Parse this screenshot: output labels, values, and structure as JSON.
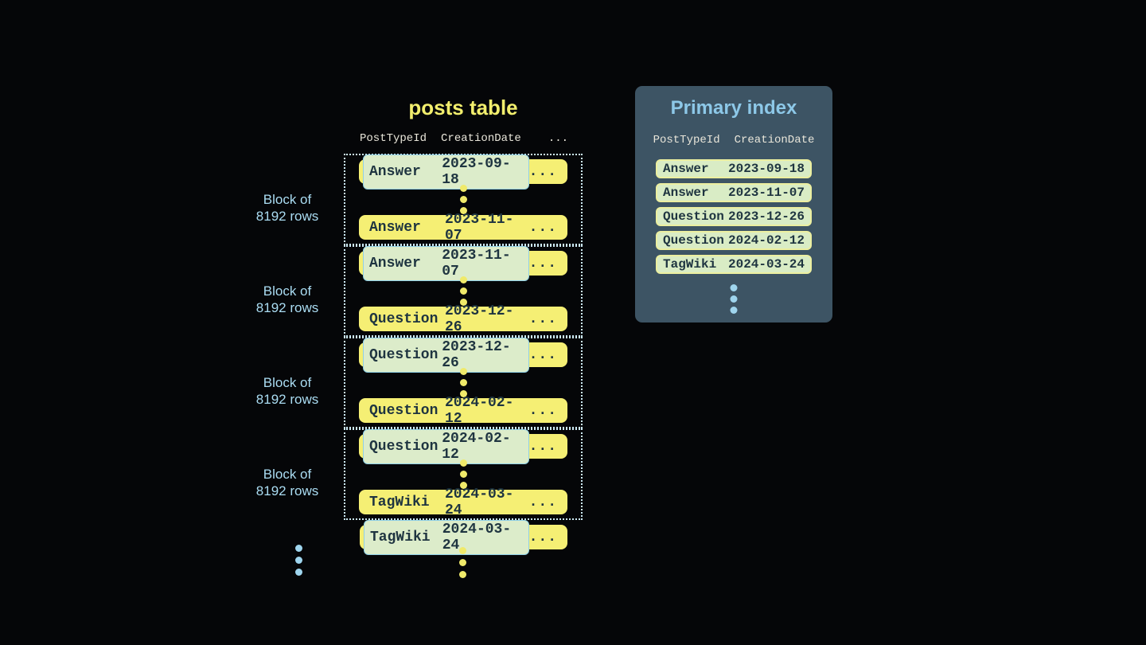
{
  "colors": {
    "background": "#050608",
    "row_yellow": "#f5ef74",
    "row_text": "#1e3440",
    "highlight_green": "#dcecca",
    "highlight_border": "#90d0e6",
    "block_border": "#cdeaf5",
    "label_blue": "#aadcf2",
    "title_yellow": "#f2ee6d",
    "panel_bg": "#3d5464",
    "panel_title_blue": "#8dc8e8",
    "header_text": "#e9e6da",
    "index_row_green": "#d9ecc5",
    "index_row_border": "#ecefa0",
    "blue_dot": "#9fd5ee",
    "yellow_dot": "#f0ea6a"
  },
  "posts_table": {
    "title": "posts table",
    "columns": [
      "PostTypeId",
      "CreationDate",
      "..."
    ],
    "row_ellipsis": "...",
    "blocks": [
      {
        "label_line1": "Block of",
        "label_line2": "8192 rows",
        "first_row": {
          "post_type": "Answer",
          "creation_date": "2023-09-18"
        },
        "last_row": {
          "post_type": "Answer",
          "creation_date": "2023-11-07"
        }
      },
      {
        "label_line1": "Block of",
        "label_line2": "8192 rows",
        "first_row": {
          "post_type": "Answer",
          "creation_date": "2023-11-07"
        },
        "last_row": {
          "post_type": "Question",
          "creation_date": "2023-12-26"
        }
      },
      {
        "label_line1": "Block of",
        "label_line2": "8192 rows",
        "first_row": {
          "post_type": "Question",
          "creation_date": "2023-12-26"
        },
        "last_row": {
          "post_type": "Question",
          "creation_date": "2024-02-12"
        }
      },
      {
        "label_line1": "Block of",
        "label_line2": "8192 rows",
        "first_row": {
          "post_type": "Question",
          "creation_date": "2024-02-12"
        },
        "last_row": {
          "post_type": "TagWiki",
          "creation_date": "2024-03-24"
        }
      }
    ],
    "next_block_first_row": {
      "post_type": "TagWiki",
      "creation_date": "2024-03-24"
    }
  },
  "primary_index": {
    "title": "Primary index",
    "columns": [
      "PostTypeId",
      "CreationDate"
    ],
    "rows": [
      {
        "post_type": "Answer",
        "creation_date": "2023-09-18"
      },
      {
        "post_type": "Answer",
        "creation_date": "2023-11-07"
      },
      {
        "post_type": "Question",
        "creation_date": "2023-12-26"
      },
      {
        "post_type": "Question",
        "creation_date": "2024-02-12"
      },
      {
        "post_type": "TagWiki",
        "creation_date": "2024-03-24"
      }
    ]
  }
}
